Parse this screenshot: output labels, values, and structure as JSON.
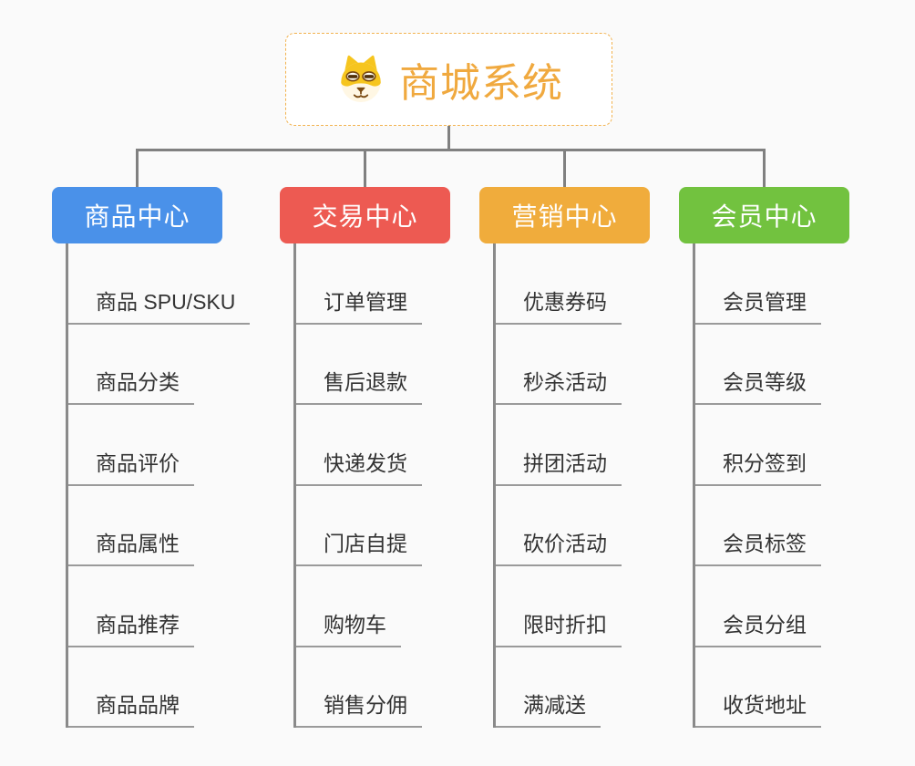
{
  "root": {
    "title": "商城系统",
    "icon": "shiba-dog-icon"
  },
  "branches": [
    {
      "id": "product-center",
      "label": "商品中心",
      "color": "#4A91E9",
      "items": [
        "商品 SPU/SKU",
        "商品分类",
        "商品评价",
        "商品属性",
        "商品推荐",
        "商品品牌"
      ]
    },
    {
      "id": "trade-center",
      "label": "交易中心",
      "color": "#ED5A52",
      "items": [
        "订单管理",
        "售后退款",
        "快递发货",
        "门店自提",
        "购物车",
        "销售分佣"
      ]
    },
    {
      "id": "marketing-center",
      "label": "营销中心",
      "color": "#F0AC3C",
      "items": [
        "优惠券码",
        "秒杀活动",
        "拼团活动",
        "砍价活动",
        "限时折扣",
        "满减送"
      ]
    },
    {
      "id": "member-center",
      "label": "会员中心",
      "color": "#72C23F",
      "items": [
        "会员管理",
        "会员等级",
        "积分签到",
        "会员标签",
        "会员分组",
        "收货地址"
      ]
    }
  ],
  "colors": {
    "background": "#FAFAFA",
    "connector": "#808080",
    "leaf_underline": "#9A9A9A",
    "leaf_text": "#333333",
    "root_border": "#F2B24E",
    "root_title": "#F0A93F"
  }
}
